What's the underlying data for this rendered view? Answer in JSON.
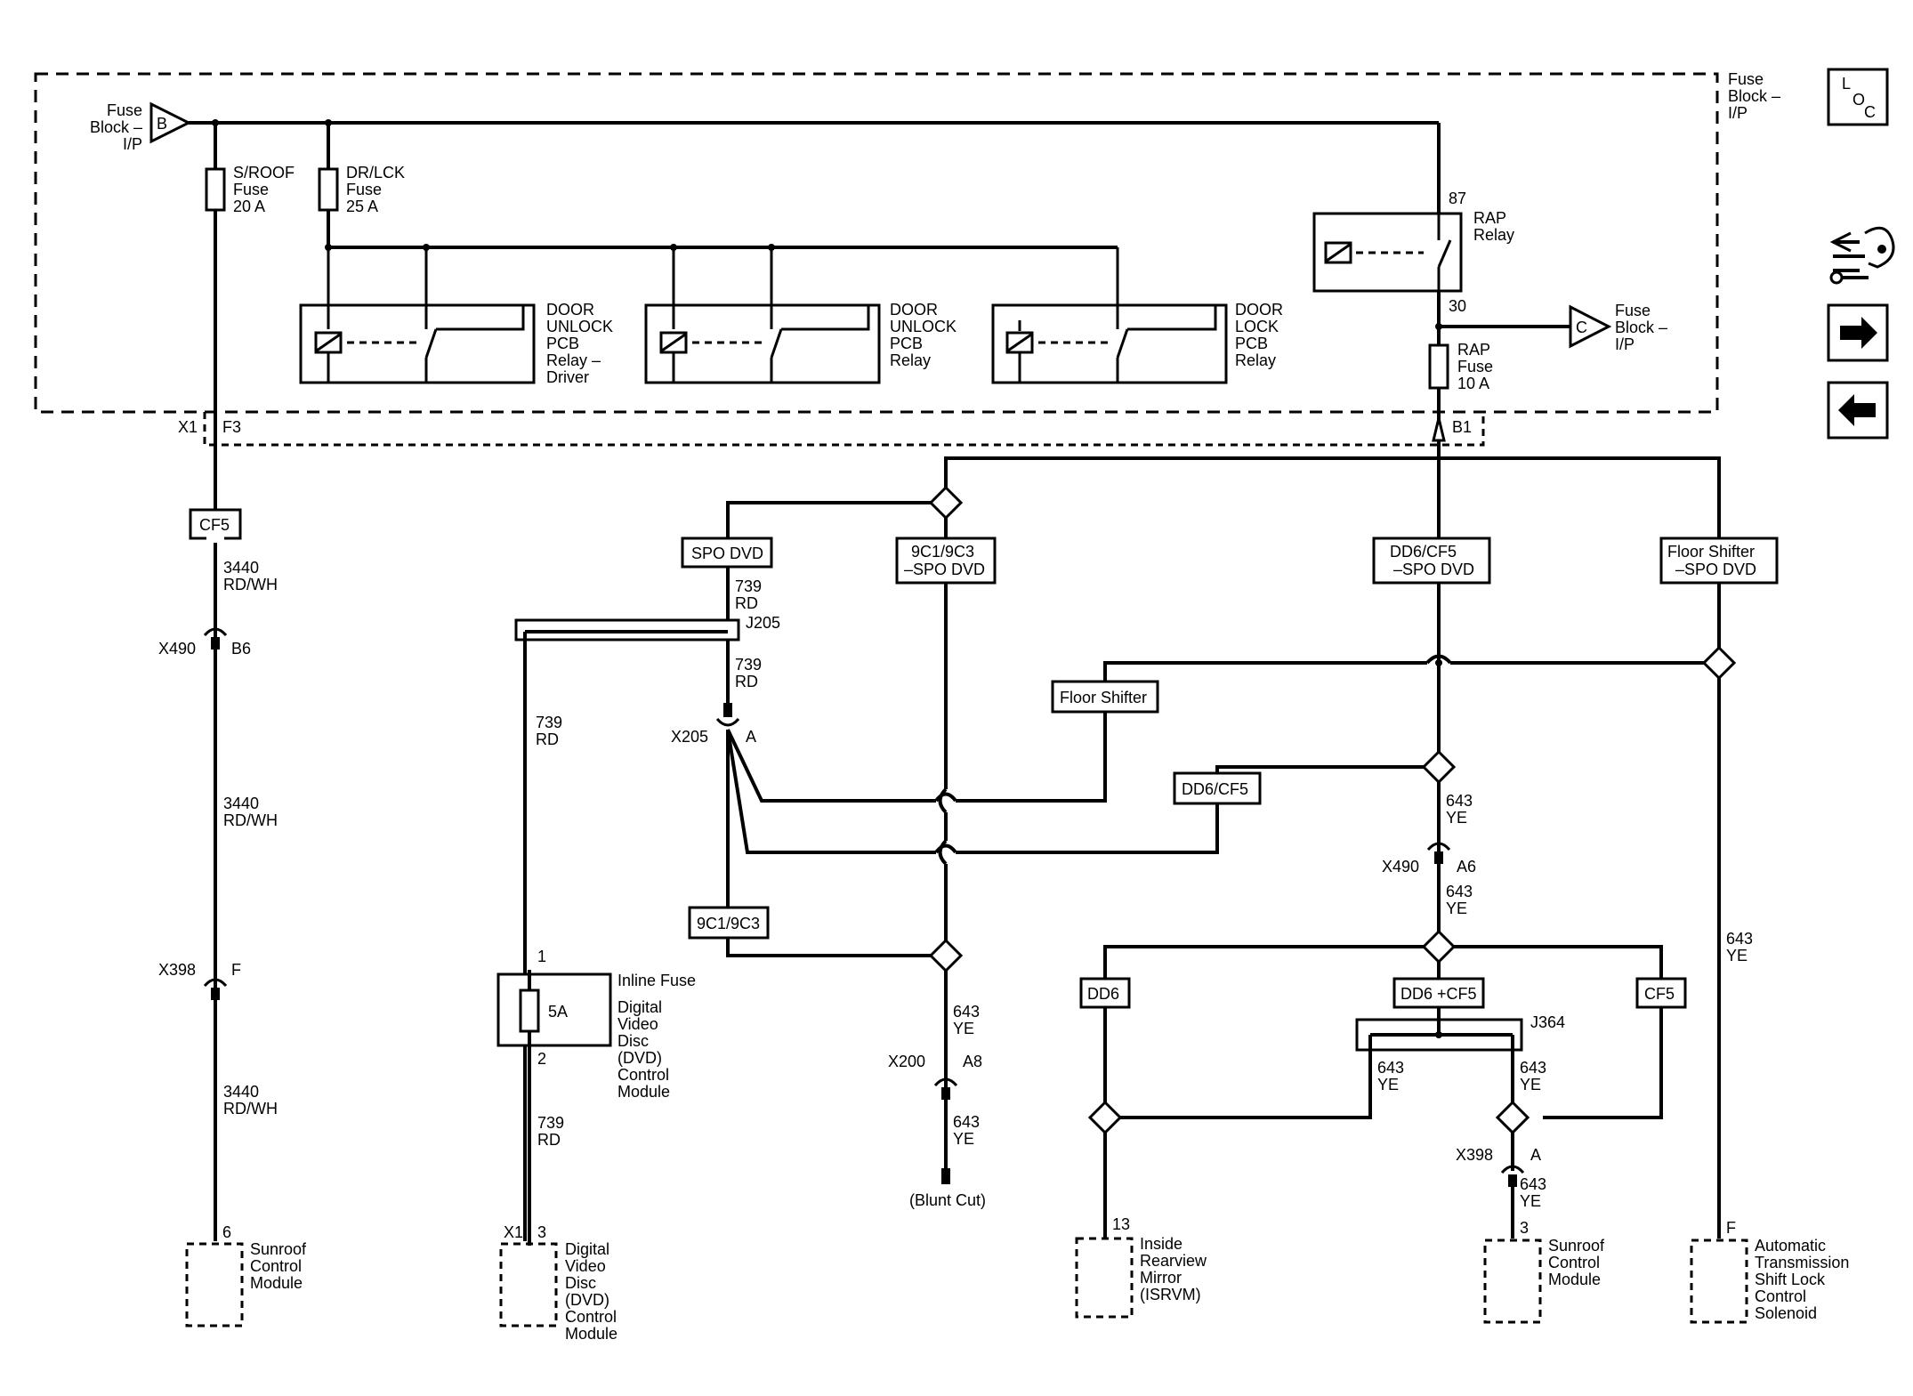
{
  "fuse_block_top_left": [
    "Fuse",
    "Block –",
    "I/P"
  ],
  "fuse_block_top_right": [
    "Fuse",
    "Block –",
    "I/P"
  ],
  "fuse_block_c": [
    "Fuse",
    "Block –",
    "I/P"
  ],
  "input_b": "B",
  "output_c": "C",
  "loc_button": [
    "L",
    "O",
    "C"
  ],
  "fuses": {
    "sroof": [
      "S/ROOF",
      "Fuse",
      "20 A"
    ],
    "drlck": [
      "DR/LCK",
      "Fuse",
      "25 A"
    ],
    "rap": [
      "RAP",
      "Fuse",
      "10 A"
    ],
    "inline": [
      "Inline Fuse"
    ],
    "inline_rating": "5A"
  },
  "relays": {
    "unlock_driver": [
      "DOOR",
      "UNLOCK",
      "PCB",
      "Relay –",
      "Driver"
    ],
    "unlock": [
      "DOOR",
      "UNLOCK",
      "PCB",
      "Relay"
    ],
    "lock": [
      "DOOR",
      "LOCK",
      "PCB",
      "Relay"
    ],
    "rap": [
      "RAP",
      "Relay"
    ],
    "rap_pin_87": "87",
    "rap_pin_30": "30"
  },
  "connectors": {
    "x1": "X1",
    "f3": "F3",
    "b1": "B1",
    "x490_top": "X490",
    "b6": "B6",
    "x398_left": "X398",
    "f": "F",
    "x205": "X205",
    "a_205": "A",
    "j205": "J205",
    "j364": "J364",
    "x490_mid": "X490",
    "a6": "A6",
    "x200": "X200",
    "a8": "A8",
    "x398_right": "X398",
    "a_398": "A",
    "pin_1": "1",
    "pin_2": "2",
    "pin_6": "6",
    "pin_x1_3": "X1",
    "pin_3": "3",
    "pin_13": "13",
    "pin_3b": "3",
    "pin_f": "F"
  },
  "options": {
    "cf5_top": "CF5",
    "spo_dvd": "SPO DVD",
    "9c1_9c3_spo": [
      "9C1/9C3",
      "–SPO DVD"
    ],
    "dd6_cf5_spo": [
      "DD6/CF5",
      "–SPO DVD"
    ],
    "floor_shifter_spo": [
      "Floor Shifter",
      "–SPO DVD"
    ],
    "floor_shifter": "Floor Shifter",
    "dd6_cf5": "DD6/CF5",
    "9c1_9c3": "9C1/9C3",
    "dd6": "DD6",
    "dd6_cf5_plus": "DD6 +CF5",
    "cf5_right": "CF5"
  },
  "wires": {
    "w3440a": [
      "3440",
      "RD/WH"
    ],
    "w3440b": [
      "3440",
      "RD/WH"
    ],
    "w3440c": [
      "3440",
      "RD/WH"
    ],
    "w739a": [
      "739",
      "RD"
    ],
    "w739b": [
      "739",
      "RD"
    ],
    "w739c": [
      "739",
      "RD"
    ],
    "w739d": [
      "739",
      "RD"
    ],
    "w643a": [
      "643",
      "YE"
    ],
    "w643b": [
      "643",
      "YE"
    ],
    "w643c": [
      "643",
      "YE"
    ],
    "w643d": [
      "643",
      "YE"
    ],
    "w643e": [
      "643",
      "YE"
    ],
    "w643f": [
      "643",
      "YE"
    ],
    "w643g": [
      "643",
      "YE"
    ],
    "w643h": [
      "643",
      "YE"
    ]
  },
  "blunt_cut": "(Blunt Cut)",
  "components": {
    "sunroof_left": [
      "Sunroof",
      "Control",
      "Module"
    ],
    "dvd_inline": [
      "Digital",
      "Video",
      "Disc",
      "(DVD)",
      "Control",
      "Module"
    ],
    "dvd_bottom": [
      "Digital",
      "Video",
      "Disc",
      "(DVD)",
      "Control",
      "Module"
    ],
    "isrvm": [
      "Inside",
      "Rearview",
      "Mirror",
      "(ISRVM)"
    ],
    "sunroof_right": [
      "Sunroof",
      "Control",
      "Module"
    ],
    "trans_solenoid": [
      "Automatic",
      "Transmission",
      "Shift Lock",
      "Control",
      "Solenoid"
    ]
  },
  "nav_icons": [
    "troubleshooting-icon",
    "arrow-right-icon",
    "arrow-left-icon"
  ]
}
